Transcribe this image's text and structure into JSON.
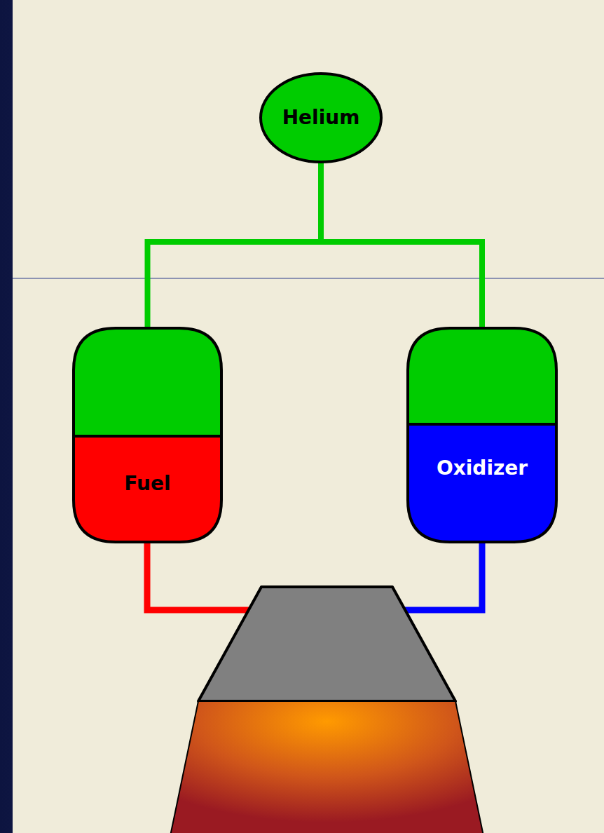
{
  "diagram": {
    "nodes": [
      {
        "text": [
          "Helium"
        ]
      },
      {
        "text": [
          "Fuel"
        ]
      },
      {
        "text": [
          "Oxidizer"
        ]
      }
    ],
    "edges": [
      {
        "from": 0,
        "to": 1,
        "arrow": "none"
      },
      {
        "from": 0,
        "to": 2,
        "arrow": "none"
      }
    ]
  }
}
